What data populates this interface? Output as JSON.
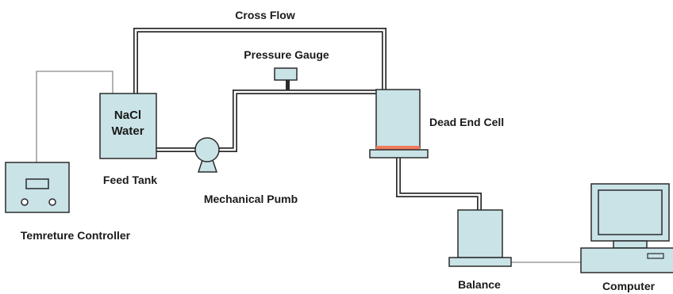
{
  "labels": {
    "cross_flow": "Cross Flow",
    "pressure_gauge": "Pressure Gauge",
    "tank_line1": "NaCl",
    "tank_line2": "Water",
    "feed_tank": "Feed Tank",
    "mechanical_pump": "Mechanical Pumb",
    "dead_end_cell": "Dead End Cell",
    "temperature_controller": "Temreture Controller",
    "balance": "Balance",
    "computer": "Computer"
  },
  "colors": {
    "equipment_fill": "#c9e3e6",
    "outline": "#2b2b2b",
    "membrane": "#f07a5a",
    "wire": "#8a8a8a"
  }
}
